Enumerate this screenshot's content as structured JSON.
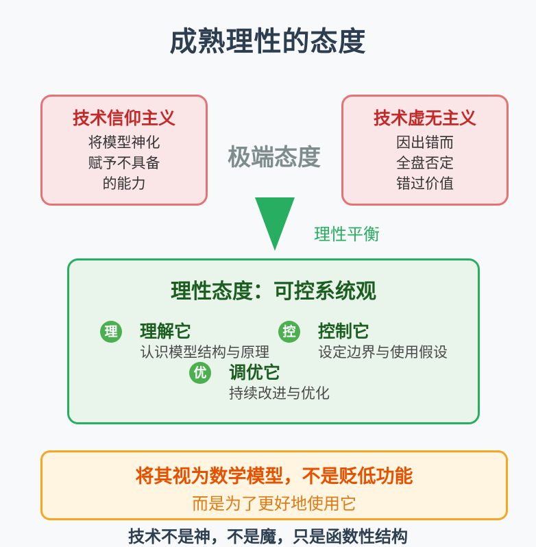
{
  "title": "成熟理性的态度",
  "extremes": {
    "label": "极端态度",
    "left": {
      "title": "技术信仰主义",
      "lines": [
        "将模型神化",
        "赋予不具备",
        "的能力"
      ]
    },
    "right": {
      "title": "技术虚无主义",
      "lines": [
        "因出错而",
        "全盘否定",
        "错过价值"
      ]
    }
  },
  "balance_label": "理性平衡",
  "rational": {
    "title": "理性态度：可控系统观",
    "items": [
      {
        "badge": "理",
        "title": "理解它",
        "desc": "认识模型结构与原理"
      },
      {
        "badge": "控",
        "title": "控制它",
        "desc": "设定边界与使用假设"
      },
      {
        "badge": "优",
        "title": "调优它",
        "desc": "持续改进与优化"
      }
    ]
  },
  "conclusion": {
    "main": "将其视为数学模型，不是贬低功能",
    "sub": "而是为了更好地使用它"
  },
  "footer": "技术不是神，不是魔，只是函数性结构",
  "colors": {
    "extreme_border": "#e57373",
    "extreme_title": "#c62828",
    "rational_border": "#27ae60",
    "rational_title": "#1b5e20",
    "conclusion_border": "#f5a623",
    "conclusion_text": "#e65100"
  }
}
